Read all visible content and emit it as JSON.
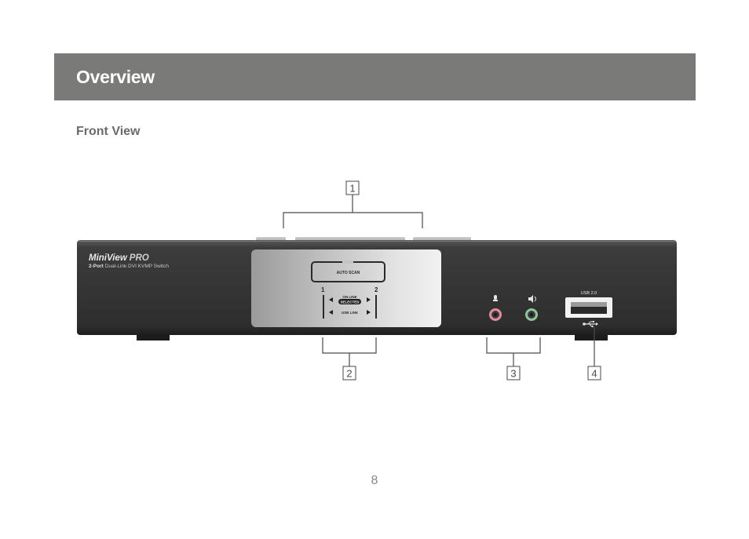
{
  "header": {
    "title": "Overview"
  },
  "section": {
    "heading": "Front View"
  },
  "device": {
    "brand": "MiniView",
    "brand_suffix": "PRO",
    "model_bold": "2-Port",
    "model_rest": "Dual-Link DVI KVMP Switch",
    "panel": {
      "auto_scan_label": "AUTO SCAN",
      "port1_label": "1",
      "port2_label": "2",
      "online_label": "ON LINE",
      "selected_label": "SELECTED",
      "usb_link_label": "USB LINK"
    },
    "usb_label": "USB 2.0"
  },
  "callouts": [
    "1",
    "2",
    "3",
    "4"
  ],
  "page": {
    "number": "8"
  }
}
